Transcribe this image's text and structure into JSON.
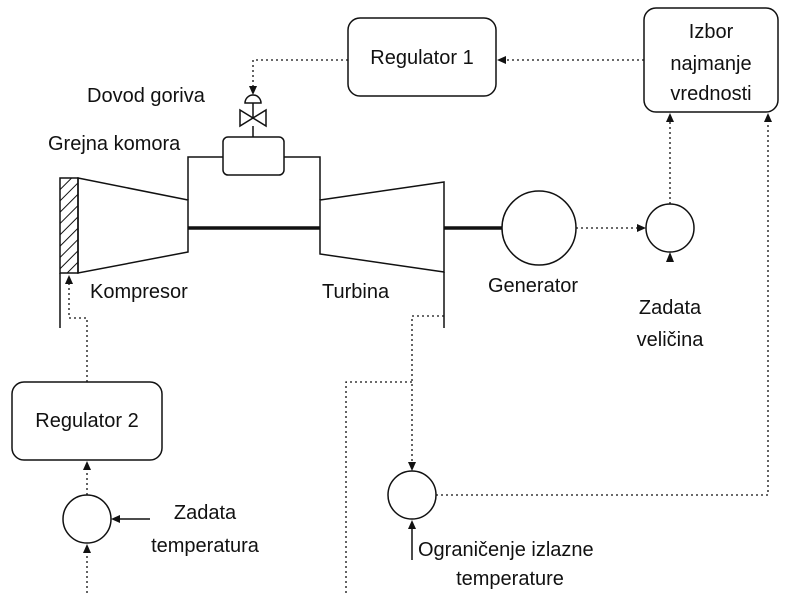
{
  "labels": {
    "regulator1": "Regulator 1",
    "regulator2": "Regulator 2",
    "izbor_line1": "Izbor",
    "izbor_line2": "najmanje",
    "izbor_line3": "vrednosti",
    "dovod_goriva": "Dovod goriva",
    "grejna_komora": "Grejna komora",
    "kompresor": "Kompresor",
    "turbina": "Turbina",
    "generator": "Generator",
    "zadata_velicina_line1": "Zadata",
    "zadata_velicina_line2": "veličina",
    "zadata_temp_line1": "Zadata",
    "zadata_temp_line2": "temperatura",
    "ogranicenje_line1": "Ograničenje izlazne",
    "ogranicenje_line2": "temperature"
  }
}
